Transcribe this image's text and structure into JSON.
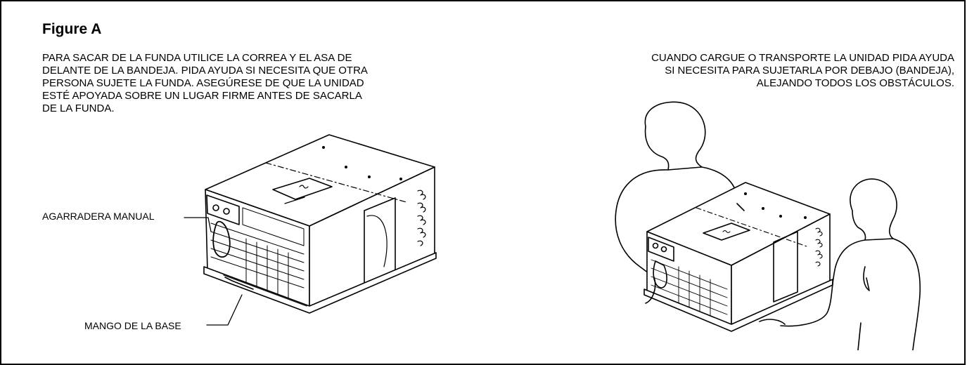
{
  "figure": {
    "title": "Figure A"
  },
  "left_instructions": {
    "lines": [
      "PARA SACAR DE LA FUNDA UTILICE LA CORREA Y EL ASA DE",
      "DELANTE DE LA BANDEJA. PIDA AYUDA SI NECESITA QUE OTRA",
      "PERSONA SUJETE LA FUNDA. ASEGÚRESE DE QUE LA UNIDAD",
      "ESTÉ APOYADA SOBRE UN LUGAR FIRME ANTES DE SACARLA",
      "DE LA FUNDA."
    ]
  },
  "right_instructions": {
    "lines": [
      "CUANDO CARGUE O TRANSPORTE LA UNIDAD PIDA AYUDA",
      "SI NECESITA PARA SUJETARLA POR DEBAJO (BANDEJA),",
      "ALEJANDO TODOS LOS OBSTÁCULOS."
    ]
  },
  "callouts": {
    "handle": "AGARRADERA MANUAL",
    "base_handle": "MANGO DE LA BASE"
  }
}
